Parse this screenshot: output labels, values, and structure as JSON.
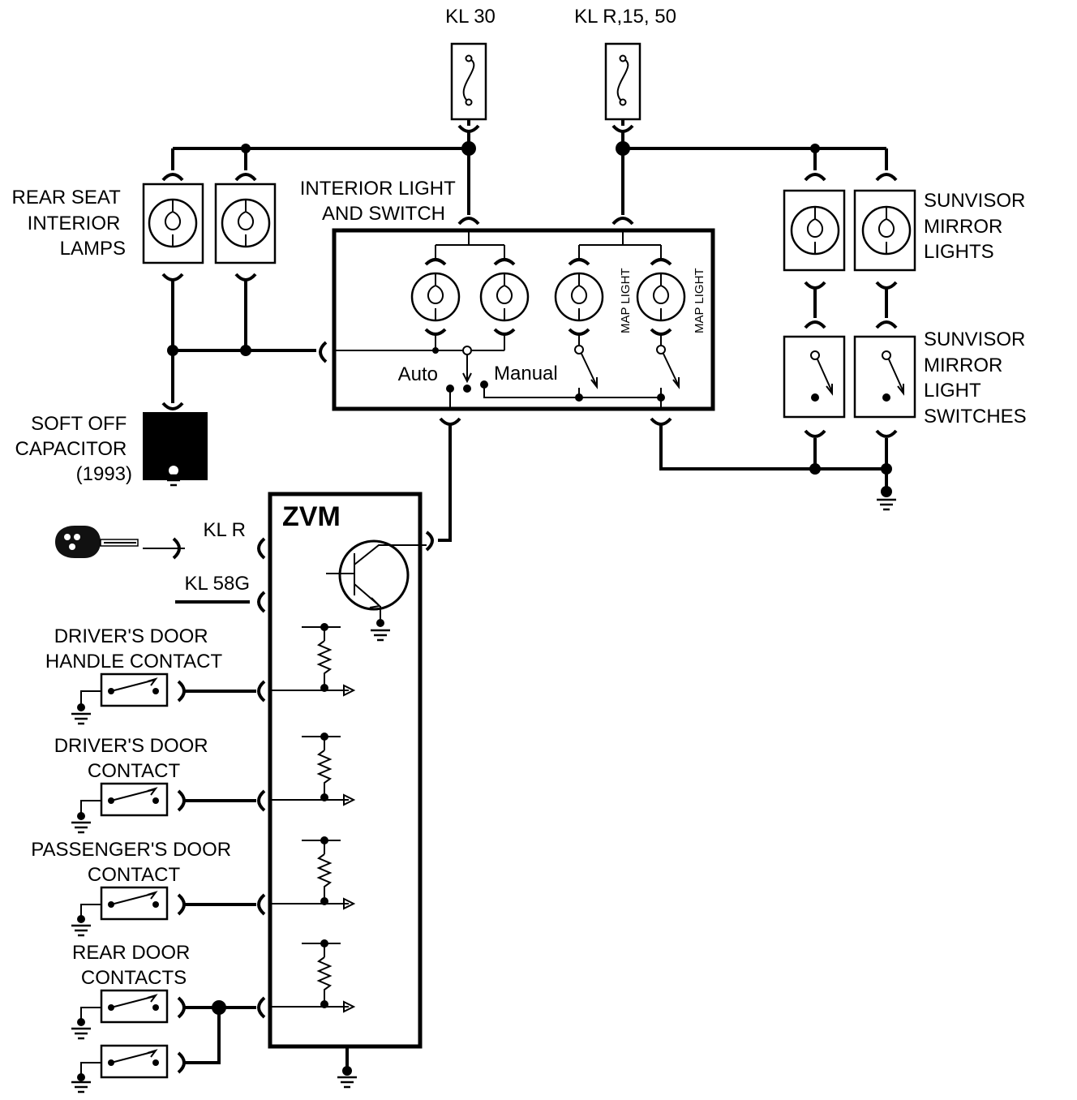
{
  "terminals": {
    "kl30": "KL 30",
    "klr1550": "KL R,15, 50",
    "klr": "KL R",
    "kl58g": "KL 58G"
  },
  "components": {
    "rear_seat_lamps": [
      "REAR SEAT",
      "INTERIOR",
      "LAMPS"
    ],
    "interior_light": [
      "INTERIOR LIGHT",
      "AND SWITCH"
    ],
    "sunvisor_lights": [
      "SUNVISOR",
      "MIRROR",
      "LIGHTS"
    ],
    "sunvisor_switches": [
      "SUNVISOR",
      "MIRROR",
      "LIGHT",
      "SWITCHES"
    ],
    "soft_off_capacitor": [
      "SOFT OFF",
      "CAPACITOR",
      "(1993)"
    ],
    "zvm": "ZVM",
    "map_light": "MAP LIGHT",
    "auto": "Auto",
    "manual": "Manual",
    "drivers_door_handle": [
      "DRIVER'S DOOR",
      "HANDLE CONTACT"
    ],
    "drivers_door_contact": [
      "DRIVER'S DOOR",
      "CONTACT"
    ],
    "passengers_door_contact": [
      "PASSENGER'S DOOR",
      "CONTACT"
    ],
    "rear_door_contacts": [
      "REAR DOOR",
      "CONTACTS"
    ]
  },
  "colors": {
    "ink": "#000000",
    "paper": "#ffffff"
  },
  "icons": {
    "fuse": "fuse-icon",
    "lamp": "lamp-icon",
    "ground": "ground-icon",
    "switch": "switch-icon",
    "resistor": "resistor-icon",
    "transistor": "transistor-icon",
    "key": "key-icon"
  }
}
